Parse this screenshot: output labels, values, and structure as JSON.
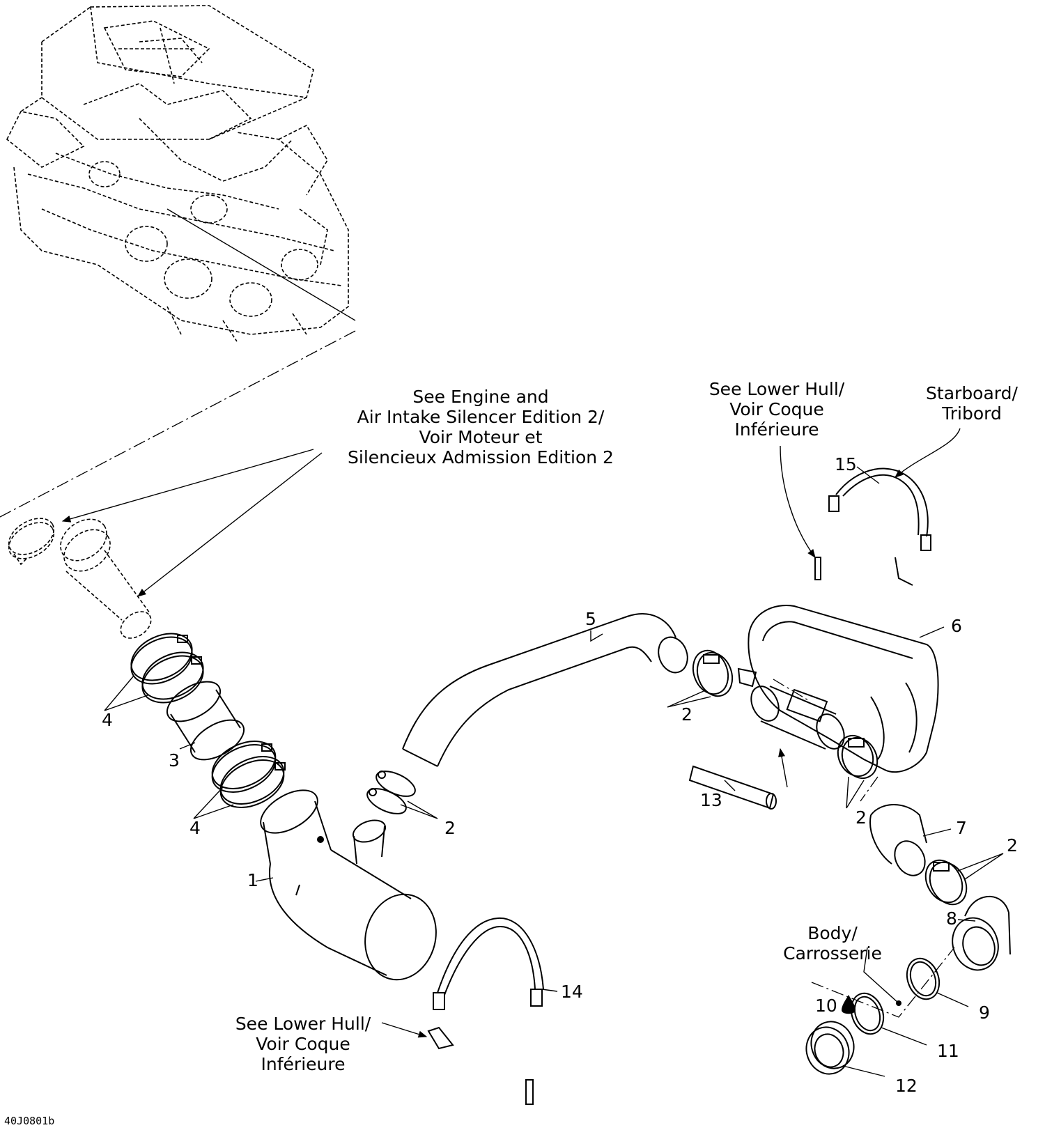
{
  "diagram": {
    "code": "40J0801b",
    "notes": {
      "engine_ref": [
        "See Engine and",
        "Air Intake Silencer Edition 2/",
        "Voir Moteur et",
        "Silencieux Admission Edition 2"
      ],
      "lower_hull_top": [
        "See Lower Hull/",
        "Voir Coque",
        "Inférieure"
      ],
      "starboard": [
        "Starboard/",
        "Tribord"
      ],
      "body": [
        "Body/",
        "Carrosserie"
      ],
      "lower_hull_bottom": [
        "See Lower Hull/",
        "Voir Coque",
        "Inférieure"
      ]
    },
    "callouts": {
      "p1": "1",
      "p2a": "2",
      "p2b": "2",
      "p2c": "2",
      "p2d": "2",
      "p3": "3",
      "p4a": "4",
      "p4b": "4",
      "p5": "5",
      "p6": "6",
      "p7": "7",
      "p8": "8",
      "p9": "9",
      "p10": "10",
      "p11": "11",
      "p12": "12",
      "p13": "13",
      "p14": "14",
      "p15": "15"
    }
  }
}
